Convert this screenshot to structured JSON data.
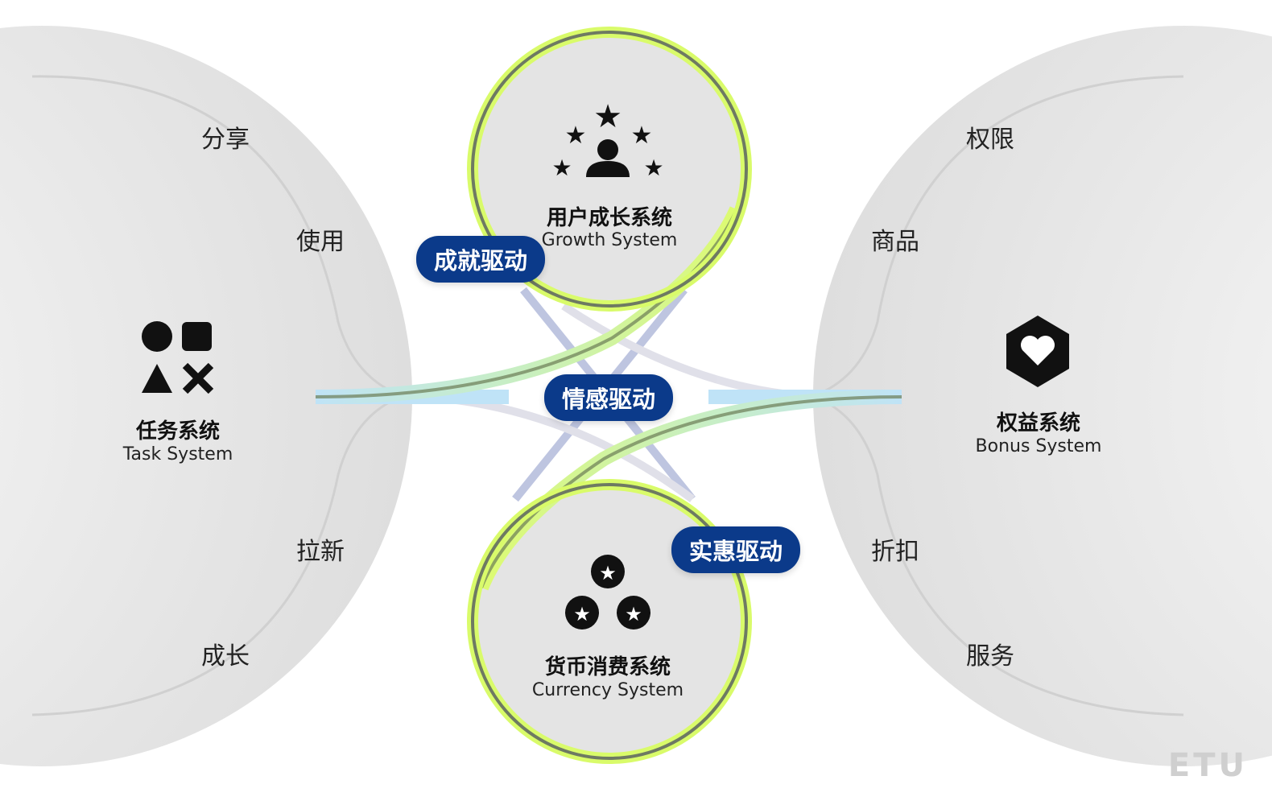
{
  "task": {
    "title": "任务系统",
    "subtitle": "Task System",
    "items": [
      "分享",
      "使用",
      "拉新",
      "成长"
    ]
  },
  "bonus": {
    "title": "权益系统",
    "subtitle": "Bonus System",
    "items": [
      "权限",
      "商品",
      "折扣",
      "服务"
    ]
  },
  "growth": {
    "title": "用户成长系统",
    "subtitle": "Growth System"
  },
  "currency": {
    "title": "货币消费系统",
    "subtitle": "Currency System"
  },
  "drivers": {
    "achievement": "成就驱动",
    "emotion": "情感驱动",
    "benefit": "实惠驱动"
  },
  "logo": "ETU",
  "colors": {
    "pill": "#0b3a8a",
    "ring": "#d9fb6a",
    "circle": "#e4e4e4"
  }
}
